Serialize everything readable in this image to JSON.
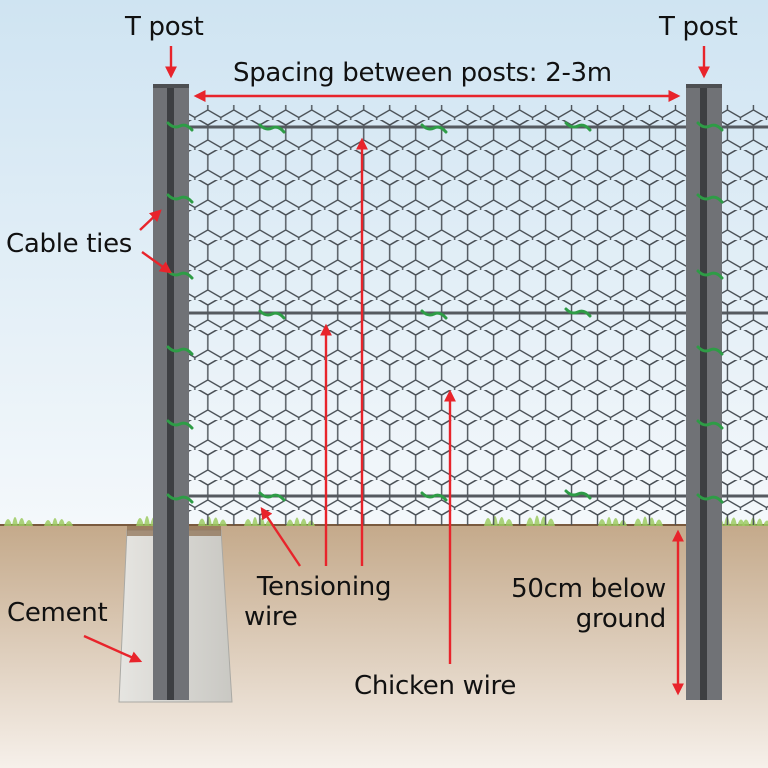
{
  "labels": {
    "t_post_left": "T post",
    "t_post_right": "T post",
    "spacing": "Spacing between posts: 2-3m",
    "cable_ties": "Cable ties",
    "cement": "Cement",
    "tensioning_line1": "Tensioning",
    "tensioning_line2": "wire",
    "chicken_wire": "Chicken wire",
    "below_line1": "50cm below",
    "below_line2": "ground"
  },
  "colors": {
    "sky_top": "#cfe4f2",
    "sky_bottom": "#f4f8fb",
    "ground_top": "#c4a98a",
    "ground_bottom": "#f6f0ea",
    "ground_edge": "#7a5a3e",
    "post": "#707276",
    "post_dark": "#3d3f42",
    "cement": "#d8d7d3",
    "mesh": "#4a5056",
    "tension_wire": "#555a60",
    "cable_tie": "#2e9c46",
    "grass": "#9ccb62",
    "arrow": "#e8242b",
    "text": "#111111"
  }
}
